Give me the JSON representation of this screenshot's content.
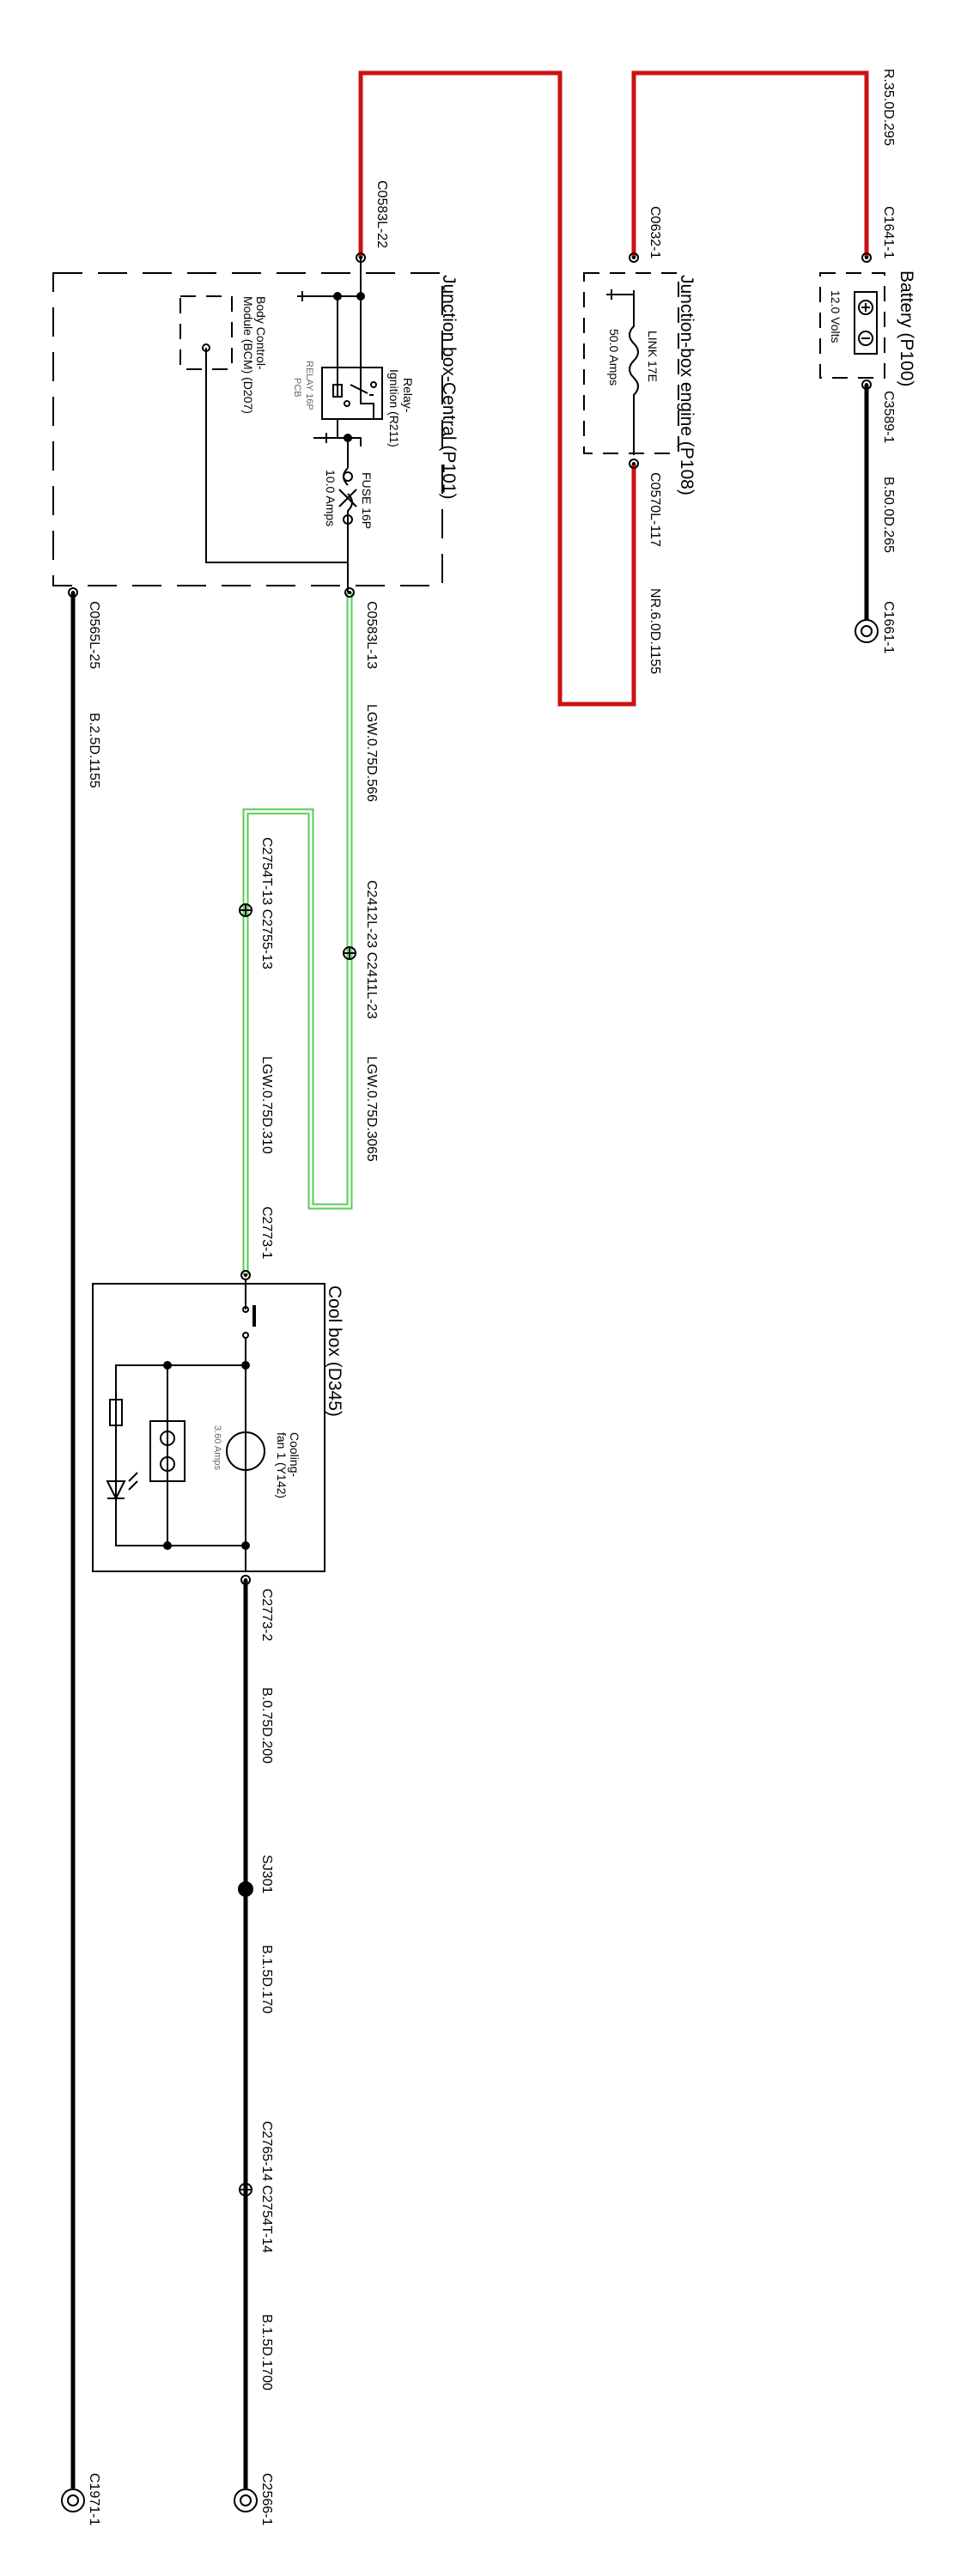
{
  "components": {
    "battery": {
      "name": "Battery (P100)",
      "voltage": "12.0 Volts"
    },
    "junction_engine": {
      "name": "Junction-box engine (P108)",
      "link": "LINK 17E",
      "rating": "50.0 Amps"
    },
    "junction_central": {
      "name": "Junction box-Central (P101)",
      "fuse": "FUSE 16P",
      "fuse_rating": "10.0 Amps"
    },
    "relay": {
      "name": "Relay-",
      "name2": "Ignition (R211)",
      "pcb": "RELAY 16P",
      "pcb2": "PCB"
    },
    "bcm": {
      "name": "Body Control-",
      "name2": "Module (BCM) (D207)"
    },
    "cool_box": {
      "name": "Cool box (D345)"
    },
    "fan": {
      "name": "Cooling-",
      "name2": "fan 1 (Y142)",
      "rating": "3.60 Amps"
    }
  },
  "connectors": {
    "c1641": "C1641-1",
    "c3589": "C3589-1",
    "c1661": "C1661-1",
    "c0632": "C0632-1",
    "c0570": "C0570L-117",
    "c0583_22": "C0583L-22",
    "c0583_13": "C0583L-13",
    "c0565": "C0565L-25",
    "c2412": "C2412L-23 C2411L-23",
    "c2754": "C2754T-13 C2755-13",
    "c2773_1": "C2773-1",
    "c2773_2": "C2773-2",
    "sj301": "SJ301",
    "c2765": "C2765-14 C2754T-14",
    "c2566": "C2566-1",
    "c1971": "C1971-1"
  },
  "wires": {
    "w_r35": "R.35.0D.295",
    "w_b50": "B.50.0D.265",
    "w_nr6": "NR.6.0D.1155",
    "w_lgw_566": "LGW.0.75D.566",
    "w_lgw_3065": "LGW.0.75D.3065",
    "w_lgw_310": "LGW.0.75D.310",
    "w_b25": "B.2.5D.1155",
    "w_b075": "B.0.75D.200",
    "w_b15_170": "B.1.5D.170",
    "w_b15_1700": "B.1.5D.1700"
  },
  "colors": {
    "power": "#cc1111",
    "ground": "#000000",
    "signal": "#55cc55"
  }
}
